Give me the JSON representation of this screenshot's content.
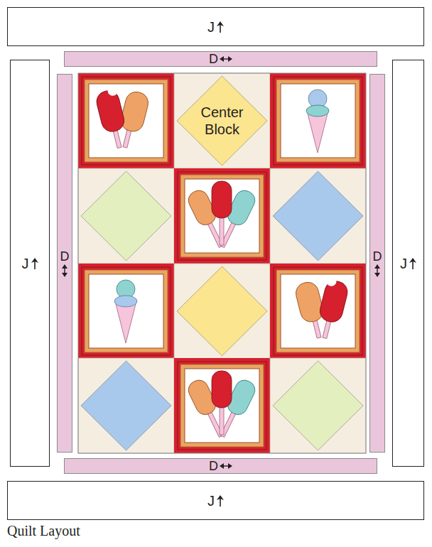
{
  "diagram": {
    "caption": "Quilt Layout",
    "nodes": [
      {
        "text": [
          "J"
        ]
      },
      {
        "text": [
          "D"
        ]
      },
      {
        "text": [
          "J"
        ]
      },
      {
        "text": [
          "D"
        ]
      },
      {
        "text": [
          "Center Block"
        ]
      },
      {
        "text": [
          "D"
        ]
      },
      {
        "text": [
          "J"
        ]
      },
      {
        "text": [
          "D"
        ]
      },
      {
        "text": [
          "J"
        ]
      }
    ]
  }
}
